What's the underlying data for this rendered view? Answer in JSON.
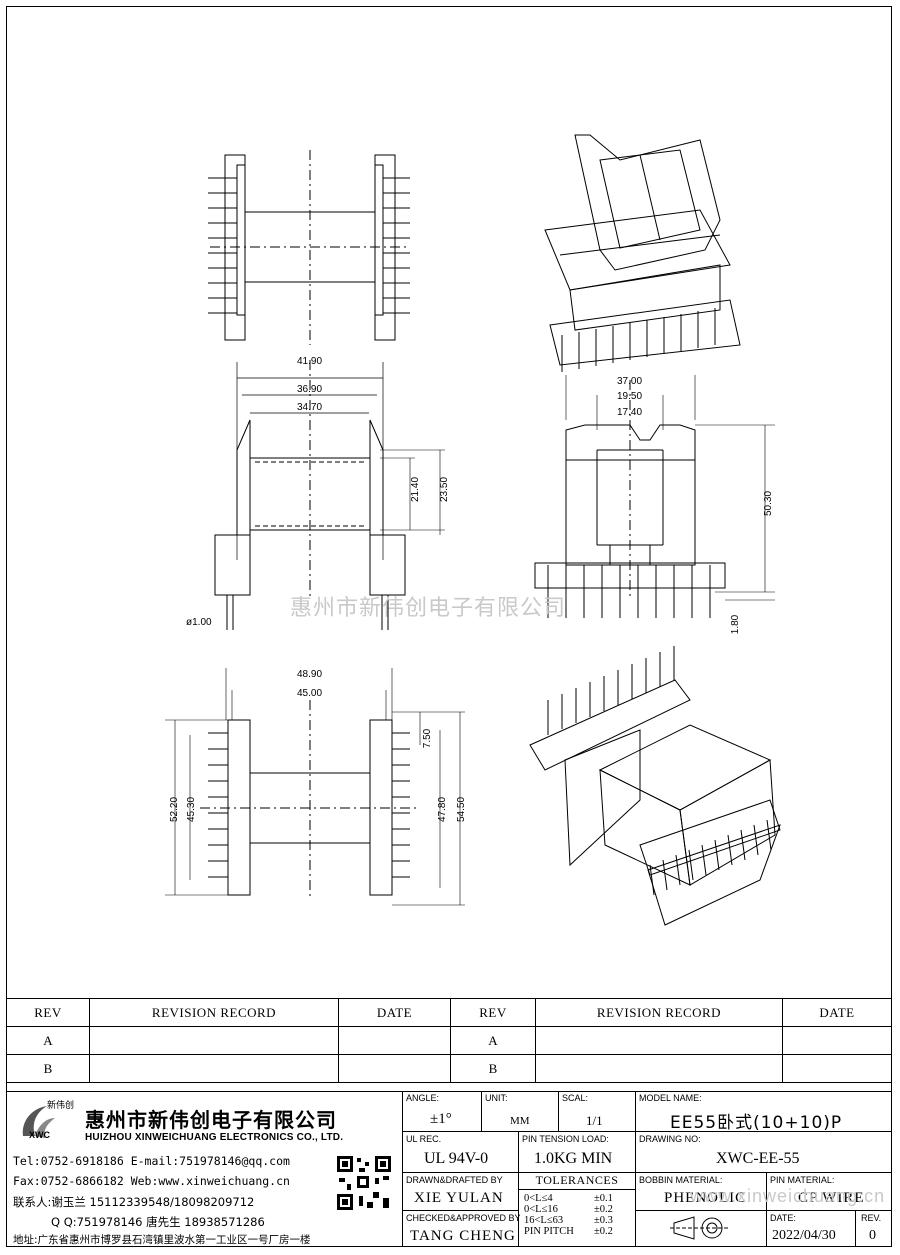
{
  "dimensions": {
    "d4190": "41.90",
    "d3690": "36.90",
    "d3470": "34.70",
    "d2140": "21.40",
    "d2350": "23.50",
    "d100": "ø1.00",
    "d3700": "37.00",
    "d1950": "19.50",
    "d1740": "17.40",
    "d5030": "50.30",
    "d180": "1.80",
    "d4890": "48.90",
    "d4500": "45.00",
    "d5220": "52.20",
    "d4530": "45.30",
    "d750": "7.50",
    "d4780": "47.80",
    "d5450": "54.50"
  },
  "watermark": "惠州市新伟创电子有限公司",
  "watermark2": "www.xinweichuang.cn",
  "revision_table": {
    "headers": [
      "REV",
      "REVISION RECORD",
      "DATE",
      "REV",
      "REVISION RECORD",
      "DATE"
    ],
    "rows_left": [
      "A",
      "B"
    ],
    "rows_right": [
      "A",
      "B"
    ]
  },
  "company": {
    "logo_text": "新伟创",
    "logo_abbr": "XWC",
    "name_cn": "惠州市新伟创电子有限公司",
    "name_en": "HUIZHOU XINWEICHUANG ELECTRONICS CO., LTD.",
    "tel": "Tel:0752-6918186 E-mail:751978146@qq.com",
    "fax": "Fax:0752-6866182 Web:www.xinweichuang.cn",
    "contact": "联系人:谢玉兰 15112339548/18098209712",
    "qq": "Q Q:751978146    唐先生 18938571286",
    "address": "地址:广东省惠州市博罗县石湾镇里波水第一工业区一号厂房一楼"
  },
  "title_block": {
    "angle_label": "ANGLE:",
    "angle_value": "±1°",
    "unit_label": "UNIT:",
    "unit_value": "MM",
    "scal_label": "SCAL:",
    "scal_value": "1/1",
    "model_label": "MODEL NAME:",
    "model_value": "EE55卧式(10+10)P",
    "ulrec_label": "UL REC.",
    "ulrec_value": "UL 94V-0",
    "pin_tension_label": "PIN TENSION LOAD:",
    "pin_tension_value": "1.0KG MIN",
    "drawing_no_label": "DRAWING NO:",
    "drawing_no_value": "XWC-EE-55",
    "drawn_label": "DRAWN&DRAFTED BY",
    "drawn_value": "XIE YULAN",
    "tolerances_label": "TOLERANCES",
    "tol_rows": [
      "0<L≤4",
      "0<L≤16",
      "16<L≤63",
      "PIN PITCH"
    ],
    "tol_vals": [
      "±0.1",
      "±0.2",
      "±0.3",
      "±0.2"
    ],
    "bobbin_label": "BOBBIN MATERIAL:",
    "bobbin_value": "PHENOLIC",
    "pin_mat_label": "PIN MATERIAL:",
    "pin_mat_value": "CP WIRE",
    "checked_label": "CHECKED&APPROVED BY",
    "checked_value": "TANG CHENG",
    "date_label": "DATE:",
    "date_value": "2022/04/30",
    "rev_label": "REV.",
    "rev_value": "0"
  }
}
